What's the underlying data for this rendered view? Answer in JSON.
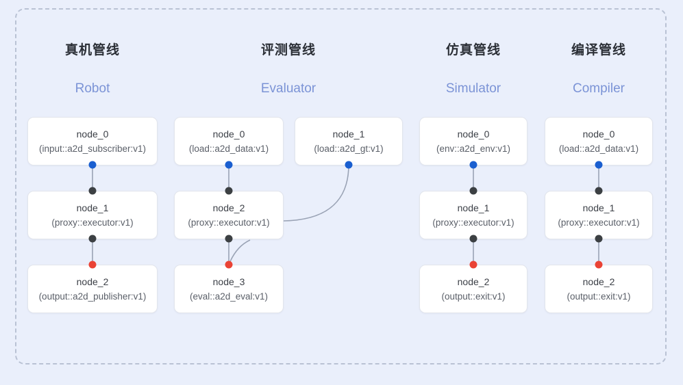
{
  "diagram": {
    "background_color": "#eaeffb",
    "frame_border_color": "#b9c2d4",
    "accent_colors": {
      "title": "#2b2f36",
      "subtitle": "#7b93d6",
      "port_source": "#1a5fd0",
      "port_link": "#3c4043",
      "port_sink": "#ea4335",
      "edge": "#9aa3b5",
      "node_bg": "#ffffff",
      "node_border": "#e2e5ec"
    }
  },
  "columns": [
    {
      "id": "robot",
      "title_cn": "真机管线",
      "title_en": "Robot",
      "nodes": [
        {
          "id": "robot-node-0",
          "name": "node_0",
          "spec": "(input::a2d_subscriber:v1)"
        },
        {
          "id": "robot-node-1",
          "name": "node_1",
          "spec": "(proxy::executor:v1)"
        },
        {
          "id": "robot-node-2",
          "name": "node_2",
          "spec": "(output::a2d_publisher:v1)"
        }
      ]
    },
    {
      "id": "evaluator",
      "title_cn": "评测管线",
      "title_en": "Evaluator",
      "nodes": [
        {
          "id": "eval-node-0",
          "name": "node_0",
          "spec": "(load::a2d_data:v1)"
        },
        {
          "id": "eval-node-1",
          "name": "node_1",
          "spec": "(load::a2d_gt:v1)"
        },
        {
          "id": "eval-node-2",
          "name": "node_2",
          "spec": "(proxy::executor:v1)"
        },
        {
          "id": "eval-node-3",
          "name": "node_3",
          "spec": "(eval::a2d_eval:v1)"
        }
      ]
    },
    {
      "id": "simulator",
      "title_cn": "仿真管线",
      "title_en": "Simulator",
      "nodes": [
        {
          "id": "sim-node-0",
          "name": "node_0",
          "spec": "(env::a2d_env:v1)"
        },
        {
          "id": "sim-node-1",
          "name": "node_1",
          "spec": "(proxy::executor:v1)"
        },
        {
          "id": "sim-node-2",
          "name": "node_2",
          "spec": "(output::exit:v1)"
        }
      ]
    },
    {
      "id": "compiler",
      "title_cn": "编译管线",
      "title_en": "Compiler",
      "nodes": [
        {
          "id": "comp-node-0",
          "name": "node_0",
          "spec": "(load::a2d_data:v1)"
        },
        {
          "id": "comp-node-1",
          "name": "node_1",
          "spec": "(proxy::executor:v1)"
        },
        {
          "id": "comp-node-2",
          "name": "node_2",
          "spec": "(output::exit:v1)"
        }
      ]
    }
  ]
}
